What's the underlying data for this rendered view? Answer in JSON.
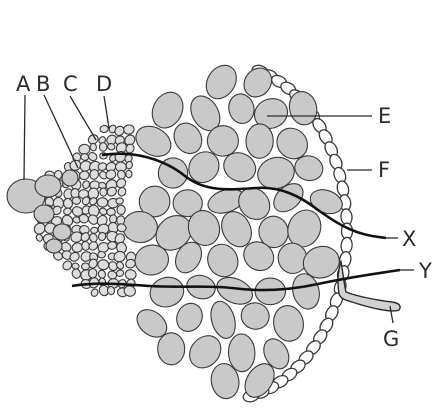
{
  "diagram": {
    "labels": {
      "A": "A",
      "B": "B",
      "C": "C",
      "D": "D",
      "E": "E",
      "F": "F",
      "G": "G",
      "X": "X",
      "Y": "Y"
    },
    "colors": {
      "cell_fill": "#c9c9c9",
      "cell_fill_inner": "#d6d6d6",
      "cell_stroke": "#3a3a3a",
      "outline": "#1a1a1a",
      "label": "#2b2b2b"
    }
  }
}
